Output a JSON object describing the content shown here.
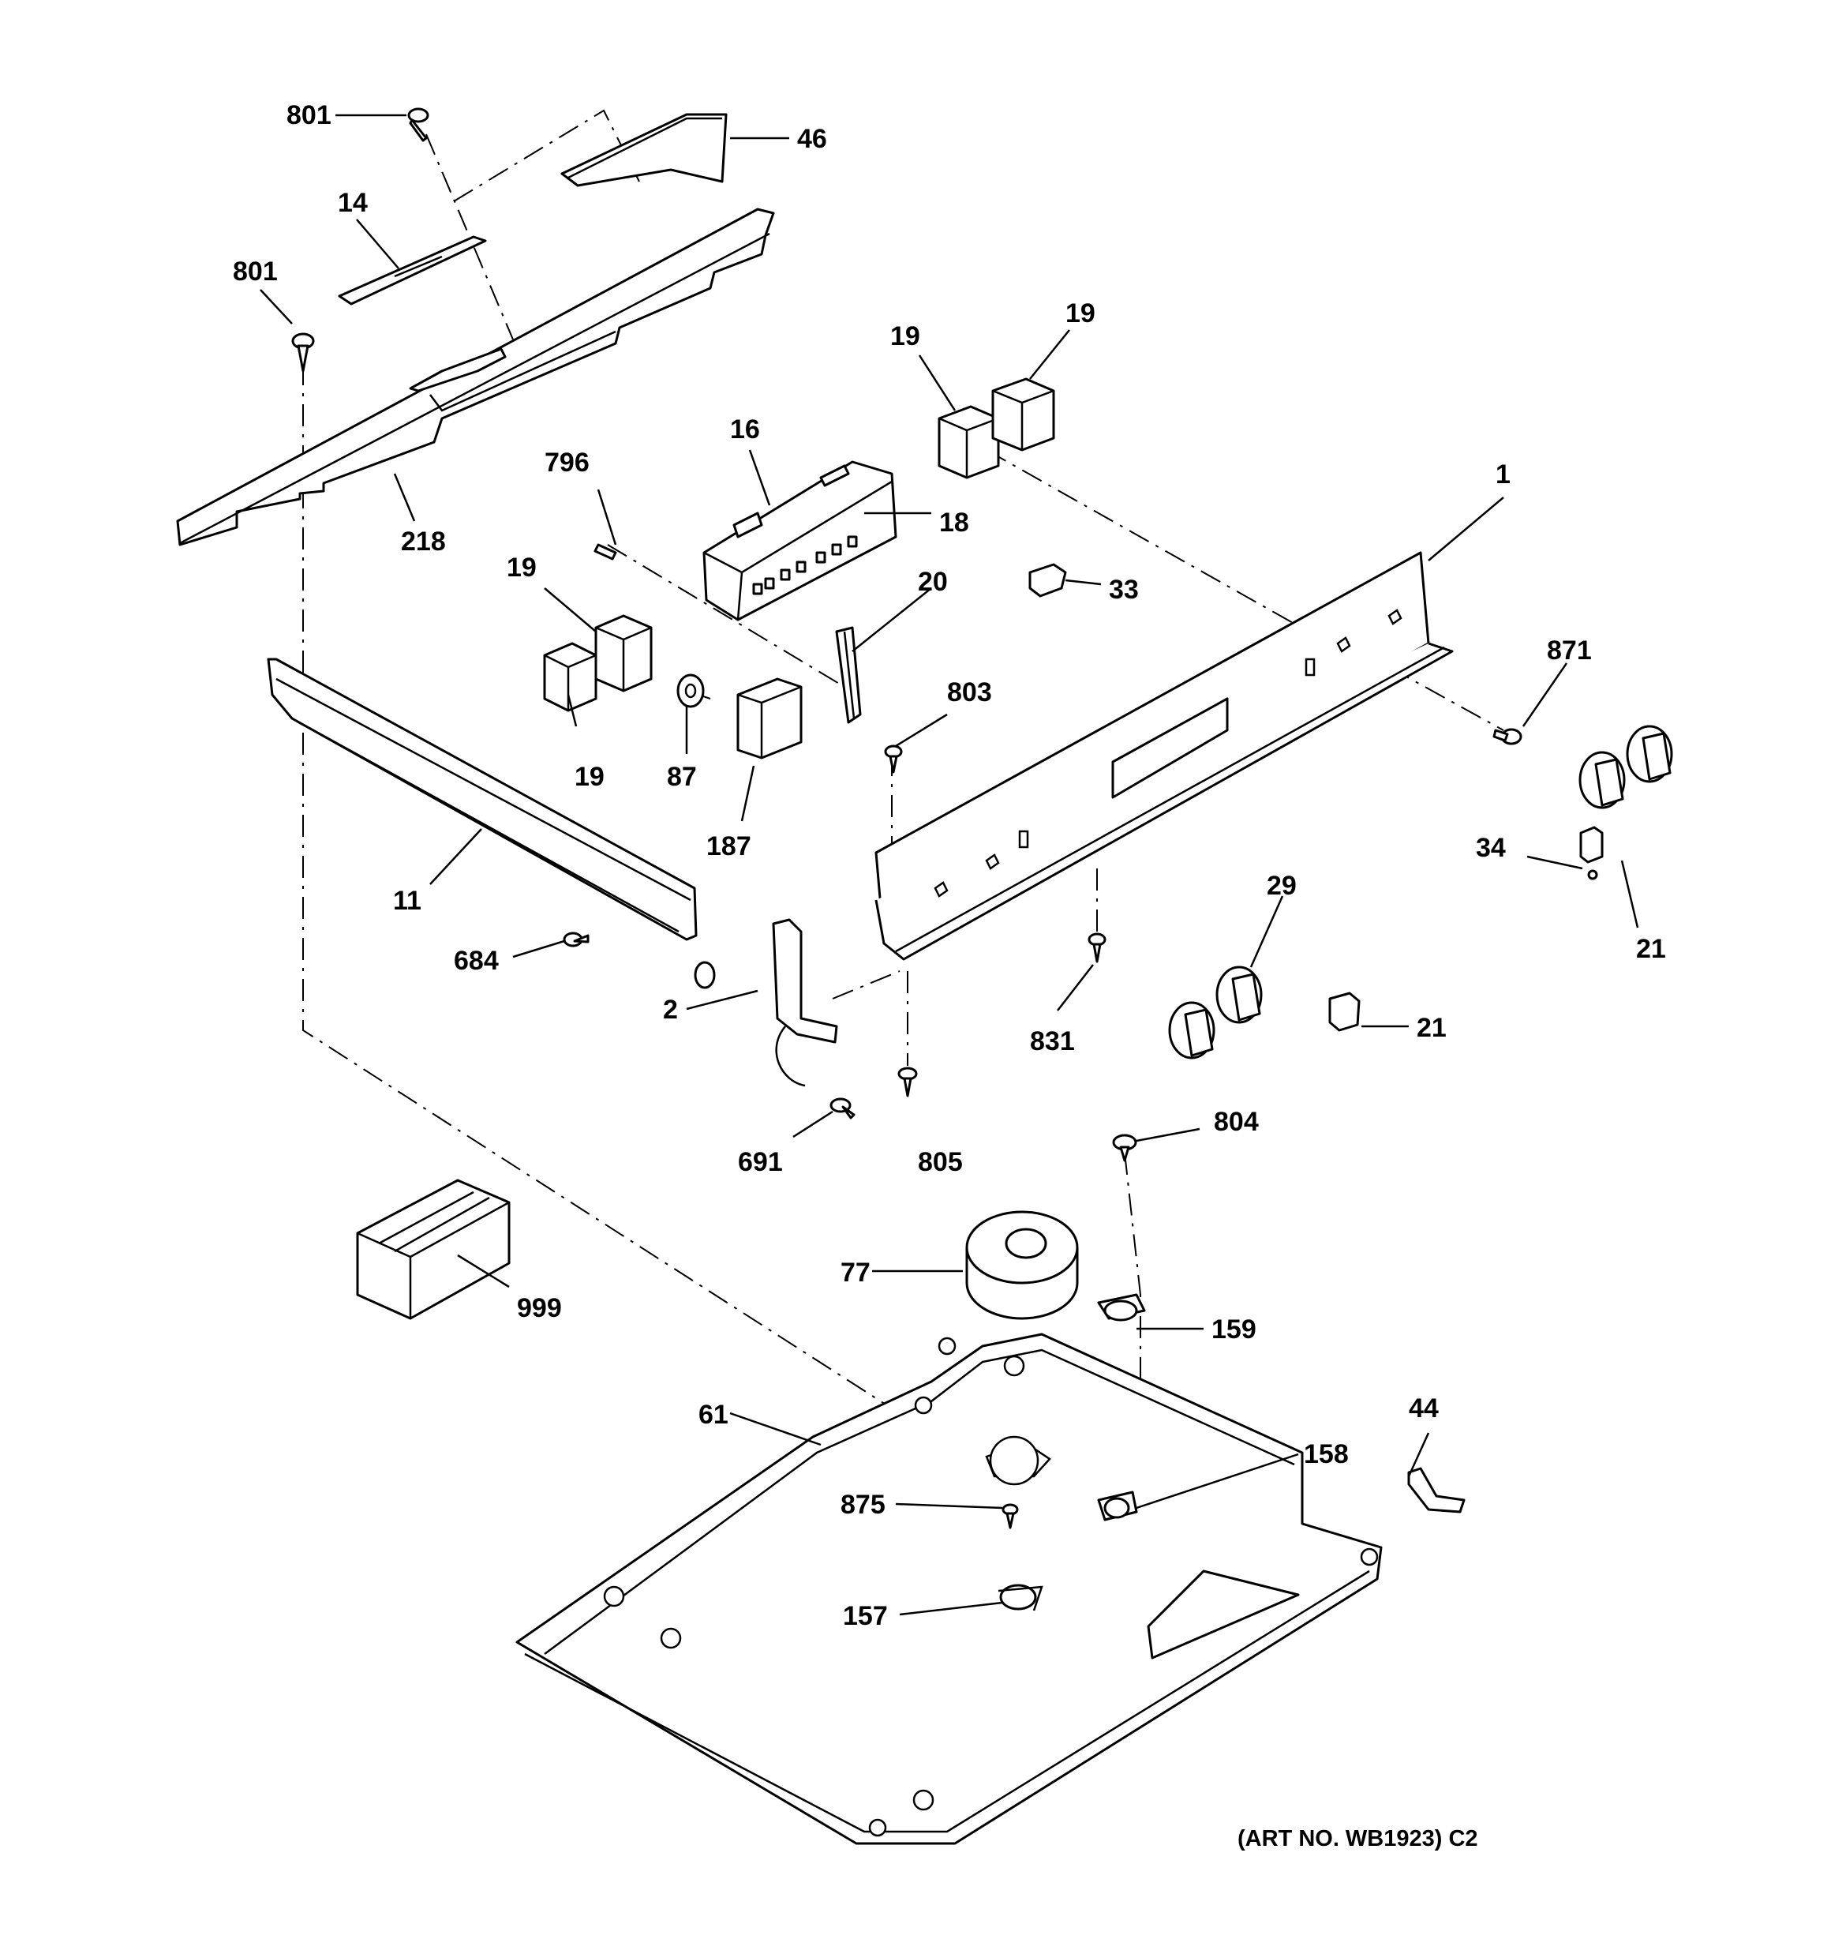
{
  "diagram": {
    "art_number": "(ART NO. WB1923) C2",
    "callouts": [
      {
        "id": "c801a",
        "text": "801"
      },
      {
        "id": "c46",
        "text": "46"
      },
      {
        "id": "c14",
        "text": "14"
      },
      {
        "id": "c801b",
        "text": "801"
      },
      {
        "id": "c218",
        "text": "218"
      },
      {
        "id": "c19a",
        "text": "19"
      },
      {
        "id": "c19b",
        "text": "19"
      },
      {
        "id": "c16",
        "text": "16"
      },
      {
        "id": "c796",
        "text": "796"
      },
      {
        "id": "c18",
        "text": "18"
      },
      {
        "id": "c1",
        "text": "1"
      },
      {
        "id": "c19c",
        "text": "19"
      },
      {
        "id": "c20",
        "text": "20"
      },
      {
        "id": "c33",
        "text": "33"
      },
      {
        "id": "c871",
        "text": "871"
      },
      {
        "id": "c803",
        "text": "803"
      },
      {
        "id": "c19d",
        "text": "19"
      },
      {
        "id": "c87",
        "text": "87"
      },
      {
        "id": "c187",
        "text": "187"
      },
      {
        "id": "c34",
        "text": "34"
      },
      {
        "id": "c21a",
        "text": "21"
      },
      {
        "id": "c11",
        "text": "11"
      },
      {
        "id": "c684",
        "text": "684"
      },
      {
        "id": "c29",
        "text": "29"
      },
      {
        "id": "c2",
        "text": "2"
      },
      {
        "id": "c831",
        "text": "831"
      },
      {
        "id": "c21b",
        "text": "21"
      },
      {
        "id": "c691",
        "text": "691"
      },
      {
        "id": "c805",
        "text": "805"
      },
      {
        "id": "c804",
        "text": "804"
      },
      {
        "id": "c77",
        "text": "77"
      },
      {
        "id": "c999",
        "text": "999"
      },
      {
        "id": "c159",
        "text": "159"
      },
      {
        "id": "c44",
        "text": "44"
      },
      {
        "id": "c61",
        "text": "61"
      },
      {
        "id": "c158",
        "text": "158"
      },
      {
        "id": "c875",
        "text": "875"
      },
      {
        "id": "c157",
        "text": "157"
      }
    ]
  }
}
